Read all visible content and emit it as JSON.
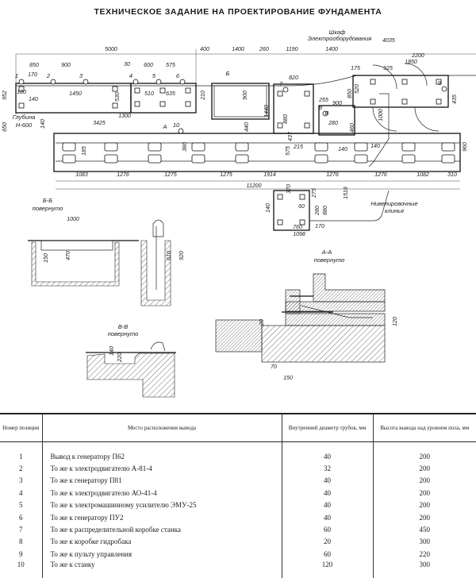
{
  "title": "ТЕХНИЧЕСКОЕ ЗАДАНИЕ НА ПРОЕКТИРОВАНИЕ ФУНДАМЕНТА",
  "drawing": {
    "labels": {
      "cabinet_1": "Шкаф",
      "cabinet_2": "Электрооборудования",
      "depth_1": "Глубина",
      "depth_2": "Н-600",
      "wedges_1": "Нивелировочные",
      "wedges_2": "клинья",
      "section_bb": "Б-Б",
      "section_bb_note": "повернуто",
      "section_aa": "А-А",
      "section_aa_note": "повернуто",
      "section_vv": "В-В",
      "section_vv_note": "повернуто",
      "mark_a": "А",
      "mark_b": "Б",
      "mark_v": "В"
    },
    "positions": [
      "1",
      "2",
      "3",
      "4",
      "5",
      "6",
      "7",
      "8",
      "9",
      "10"
    ],
    "dims": [
      "5000",
      "400",
      "1400",
      "260",
      "1190",
      "1400",
      "4035",
      "2200",
      "1850",
      "925",
      "175",
      "850",
      "900",
      "170",
      "30",
      "600",
      "575",
      "1450",
      "510",
      "635",
      "530",
      "210",
      "1300",
      "3425",
      "952",
      "650",
      "180",
      "140",
      "900",
      "820",
      "440",
      "1440",
      "880",
      "437",
      "255",
      "900",
      "280",
      "460",
      "850",
      "520",
      "435",
      "1000",
      "185",
      "380",
      "575",
      "215",
      "140",
      "140",
      "960",
      "1083",
      "1276",
      "1275",
      "1275",
      "1914",
      "1276",
      "1276",
      "1082",
      "310",
      "11200",
      "140",
      "370",
      "275",
      "1518",
      "60",
      "280",
      "880",
      "760",
      "170",
      "1098",
      "1000",
      "150",
      "470",
      "610",
      "920",
      "20",
      "120",
      "70",
      "150",
      "140",
      "220",
      "140"
    ]
  },
  "table": {
    "headers": [
      "Номер позиции",
      "Место расположения вывода",
      "Внутренний диаметр трубок, мм",
      "Высота вывода над уровнем пола, мм"
    ],
    "rows": [
      [
        "1",
        "Вывод к генератору П62",
        "40",
        "200"
      ],
      [
        "2",
        "То же к электродвигателю А-81-4",
        "32",
        "200"
      ],
      [
        "3",
        "То же к генератору П81",
        "40",
        "200"
      ],
      [
        "4",
        "То же к электродвигателю АО-41-4",
        "40",
        "200"
      ],
      [
        "5",
        "То же к электромашинному усилителю ЭМУ-25",
        "40",
        "200"
      ],
      [
        "6",
        "То же к генератору ПУ2",
        "40",
        "200"
      ],
      [
        "7",
        "То же к распределительной коробке станка",
        "60",
        "450"
      ],
      [
        "8",
        "То же к коробке гидробака",
        "20",
        "300"
      ],
      [
        "9",
        "То же к пульту управления",
        "60",
        "220"
      ],
      [
        "10",
        "То же к станку",
        "120",
        "300"
      ]
    ]
  }
}
